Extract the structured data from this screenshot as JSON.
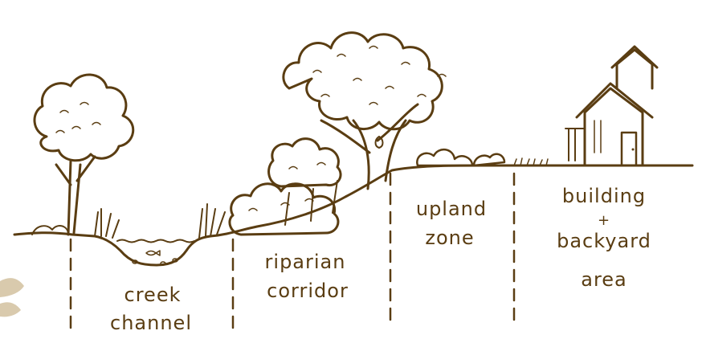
{
  "diagram": {
    "ink_color": "#5a3d12",
    "background": "#ffffff",
    "zones": [
      {
        "id": "creek",
        "lines": [
          "creek",
          "channel"
        ]
      },
      {
        "id": "riparian",
        "lines": [
          "riparian",
          "corridor"
        ]
      },
      {
        "id": "upland",
        "lines": [
          "upland",
          "zone"
        ]
      },
      {
        "id": "building",
        "lines": [
          "building",
          "+",
          "backyard",
          "area"
        ]
      }
    ]
  }
}
